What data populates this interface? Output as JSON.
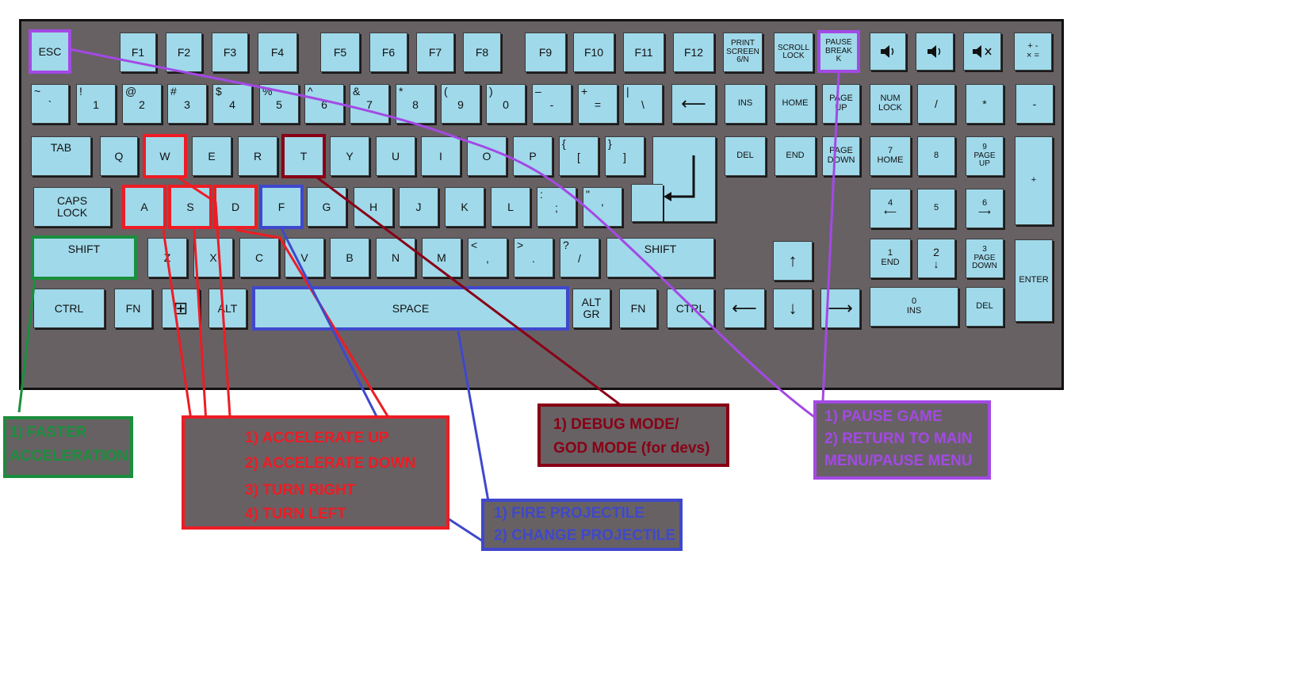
{
  "colors": {
    "board": "#676164",
    "key": "#a0d9ea",
    "green": "#1a8f3c",
    "red": "#ee1c24",
    "darkred": "#880015",
    "blue": "#3f48cc",
    "purple": "#a349e4"
  },
  "keys": {
    "esc": "ESC",
    "f1": "F1",
    "f2": "F2",
    "f3": "F3",
    "f4": "F4",
    "f5": "F5",
    "f6": "F6",
    "f7": "F7",
    "f8": "F8",
    "f9": "F9",
    "f10": "F10",
    "f11": "F11",
    "f12": "F12",
    "prtsc": "PRINT\nSCREEN\n6/N",
    "scroll": "SCROLL\nLOCK",
    "pause": "PAUSE\nBREAK\nK",
    "numtop": "+  -\n×  =",
    "tilde_top": "~",
    "tilde_bot": "`",
    "n1_top": "!",
    "n1_bot": "1",
    "n2_top": "@",
    "n2_bot": "2",
    "n3_top": "#",
    "n3_bot": "3",
    "n4_top": "$",
    "n4_bot": "4",
    "n5_top": "%",
    "n5_bot": "5",
    "n6_top": "^",
    "n6_bot": "6",
    "n7_top": "&",
    "n7_bot": "7",
    "n8_top": "*",
    "n8_bot": "8",
    "n9_top": "(",
    "n9_bot": "9",
    "n0_top": ")",
    "n0_bot": "0",
    "minus_top": "–",
    "minus_bot": "-",
    "plus_top": "+",
    "plus_bot": "=",
    "pipe_top": "|",
    "pipe_bot": "\\",
    "backspace": "⟵",
    "ins": "INS",
    "home": "HOME",
    "pgup": "PAGE\nUP",
    "numlock": "NUM\nLOCK",
    "np_div": "/",
    "np_mul": "*",
    "np_minus": "-",
    "tab": "TAB",
    "q": "Q",
    "w": "W",
    "e": "E",
    "r": "R",
    "t": "T",
    "y": "Y",
    "u": "U",
    "i": "I",
    "o": "O",
    "p": "P",
    "lbr_top": "{",
    "lbr_bot": "[",
    "rbr_top": "}",
    "rbr_bot": "]",
    "enter_sym": "↵",
    "del": "DEL",
    "end": "END",
    "pgdn": "PAGE\nDOWN",
    "np7": "7\nHOME",
    "np8": "8",
    "np9": "9\nPAGE\nUP",
    "np_plus": "+",
    "caps": "CAPS\nLOCK",
    "a": "A",
    "s": "S",
    "d": "D",
    "f": "F",
    "g": "G",
    "h": "H",
    "j": "J",
    "k": "K",
    "l": "L",
    "semi_top": ":",
    "semi_bot": ";",
    "quote_top": "\"",
    "quote_bot": "'",
    "np4": "4\n⟵",
    "np5": "5",
    "np6": "6\n⟶",
    "lshift": "SHIFT",
    "z": "Z",
    "x": "X",
    "c": "C",
    "v": "V",
    "b": "B",
    "n": "N",
    "m": "M",
    "comma_top": "<",
    "comma_bot": ",",
    "period_top": ">",
    "period_bot": ".",
    "slash_top": "?",
    "slash_bot": "/",
    "rshift": "SHIFT",
    "up": "↑",
    "np1": "1\nEND",
    "np2": "2\n↓",
    "np3": "3\nPAGE\nDOWN",
    "np_enter": "ENTER",
    "lctrl": "CTRL",
    "fn1": "FN",
    "win": "⊞",
    "alt": "ALT",
    "space": "SPACE",
    "altgr": "ALT\nGR",
    "fn2": "FN",
    "rctrl": "CTRL",
    "left": "⟵",
    "down": "↓",
    "right": "⟶",
    "np0": "0\nINS",
    "np_del": "DEL"
  },
  "icons": {
    "vol_down": "speaker-low-icon",
    "vol_up": "speaker-high-icon",
    "mute": "speaker-mute-icon"
  },
  "boxes": {
    "shift": {
      "line1": "1) FASTER",
      "line2": "ACCELERATION"
    },
    "wasd": {
      "line1": "1) ACCELERATE UP",
      "line2": "2) ACCELERATE DOWN",
      "line3": "3) TURN RIGHT",
      "line4": "4) TURN LEFT"
    },
    "debug": {
      "line1": "1) DEBUG MODE/",
      "line2": "GOD MODE (for devs)"
    },
    "fire": {
      "line1": "1) FIRE PROJECTILE",
      "line2": "2) CHANGE PROJECTILE"
    },
    "pause": {
      "line1": "1) PAUSE GAME",
      "line2": "2) RETURN TO MAIN",
      "line3": "MENU/PAUSE MENU"
    }
  }
}
